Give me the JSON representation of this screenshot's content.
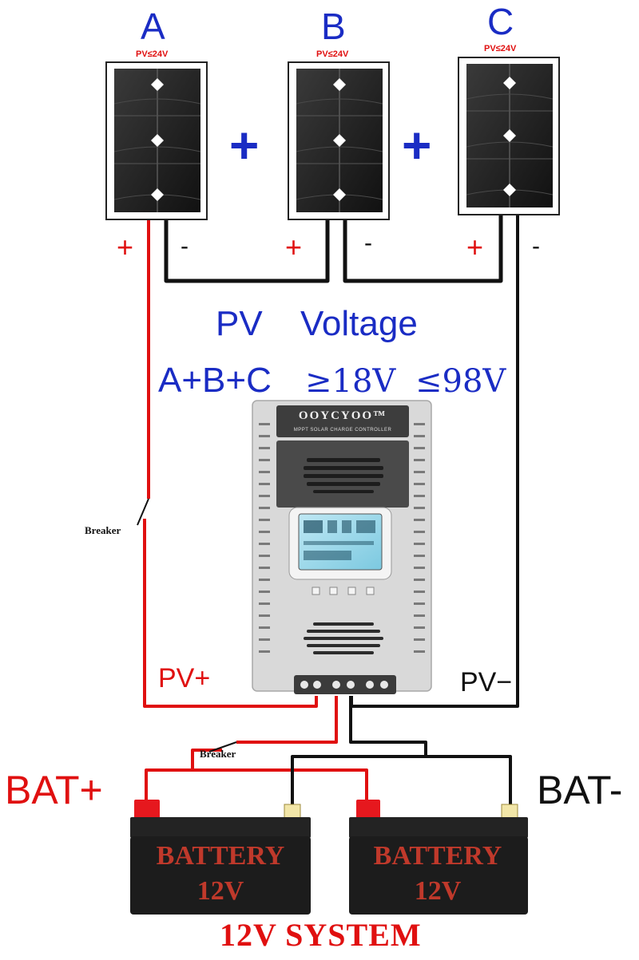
{
  "panels": [
    {
      "letter": "A",
      "rating": "PV≤24V",
      "plus": "+",
      "minus": "-"
    },
    {
      "letter": "B",
      "rating": "PV≤24V",
      "plus": "+",
      "minus": "-"
    },
    {
      "letter": "C",
      "rating": "PV≤24V",
      "plus": "+",
      "minus": "-"
    }
  ],
  "series_symbol": "+",
  "pv_voltage": {
    "word1": "PV",
    "word2": "Voltage",
    "formula": "A+B+C",
    "min": "≥18V",
    "max": "≤98V"
  },
  "controller": {
    "brand": "OOYCYOO™",
    "subtitle": "MPPT SOLAR CHARGE CONTROLLER"
  },
  "breaker_label": "Breaker",
  "pv_plus_label": "PV+",
  "pv_minus_label": "PV−",
  "bat_plus_label": "BAT+",
  "bat_minus_label": "BAT-",
  "batteries": [
    {
      "label": "BATTERY",
      "voltage": "12V"
    },
    {
      "label": "BATTERY",
      "voltage": "12V"
    }
  ],
  "system_label": "12V SYSTEM",
  "colors": {
    "positive_wire": "#e01010",
    "negative_wire": "#111111",
    "label_blue": "#1a2cc4"
  }
}
